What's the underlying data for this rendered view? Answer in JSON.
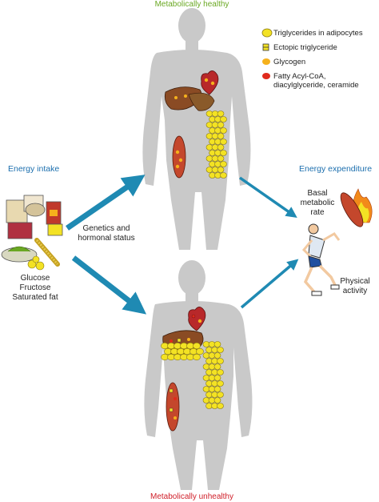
{
  "titles": {
    "healthy": "Metabolically healthy",
    "unhealthy": "Metabolically unhealthy"
  },
  "colors": {
    "healthy_title": "#6aa823",
    "unhealthy_title": "#d0202a",
    "arrow": "#1f8ab3",
    "body": "#c9c9c9",
    "adipocyte": "#f3e224",
    "glycogen": "#f5b11c",
    "fatty_acyl": "#e02a1c",
    "liver": "#8a4b24",
    "muscle": "#c4472c",
    "heart": "#b8282a"
  },
  "legend": [
    {
      "icon": "adipocyte-icon",
      "label": "Triglycerides in adipocytes"
    },
    {
      "icon": "ectopic-triglyceride-icon",
      "label": "Ectopic triglyceride"
    },
    {
      "icon": "glycogen-icon",
      "label": "Glycogen"
    },
    {
      "icon": "fatty-acyl-icon",
      "label": "Fatty Acyl-CoA, diacylglyceride, ceramide"
    }
  ],
  "energy_intake": {
    "label": "Energy intake",
    "nutrients": [
      "Glucose",
      "Fructose",
      "Saturated fat"
    ]
  },
  "modifier": "Genetics and hormonal status",
  "energy_expenditure": {
    "label": "Energy expenditure",
    "basal": "Basal metabolic rate",
    "activity": "Physical activity"
  }
}
